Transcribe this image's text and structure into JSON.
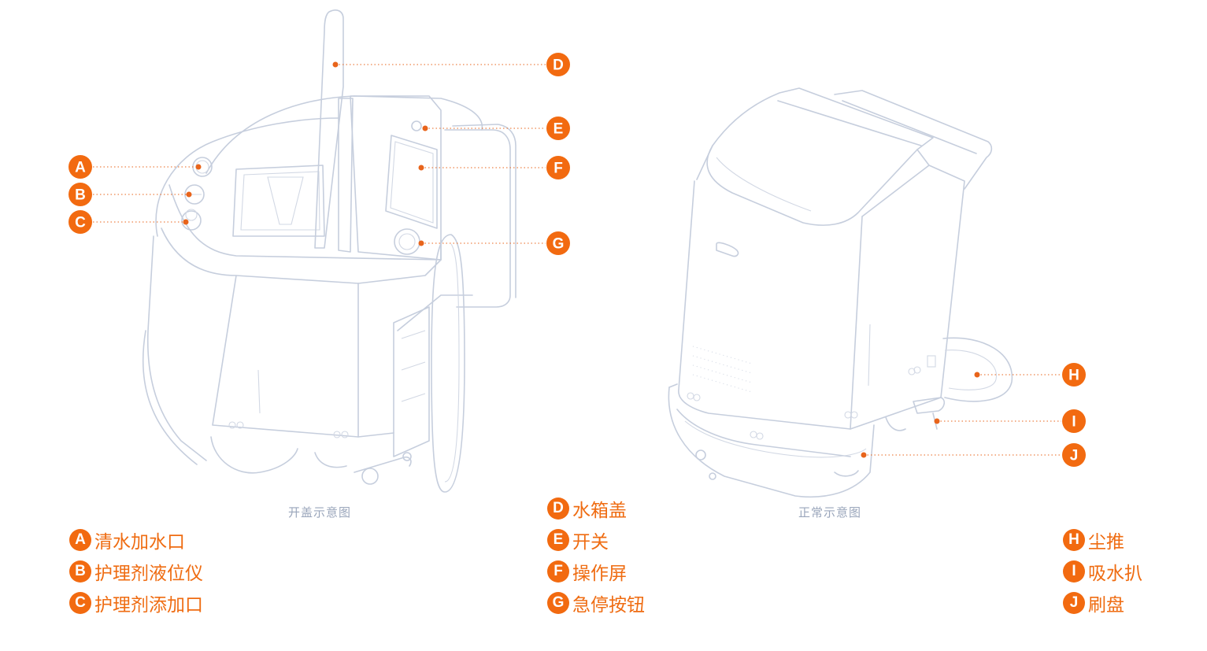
{
  "captions": {
    "open_view": "开盖示意图",
    "normal_view": "正常示意图"
  },
  "colors": {
    "accent": "#f26a10",
    "outline": "#c6cedd",
    "caption": "#9aa6bb"
  },
  "callouts": [
    {
      "letter": "A",
      "label": "清水加水口"
    },
    {
      "letter": "B",
      "label": "护理剂液位仪"
    },
    {
      "letter": "C",
      "label": "护理剂添加口"
    },
    {
      "letter": "D",
      "label": "水箱盖"
    },
    {
      "letter": "E",
      "label": "开关"
    },
    {
      "letter": "F",
      "label": "操作屏"
    },
    {
      "letter": "G",
      "label": "急停按钮"
    },
    {
      "letter": "H",
      "label": "尘推"
    },
    {
      "letter": "I",
      "label": "吸水扒"
    },
    {
      "letter": "J",
      "label": "刷盘"
    }
  ]
}
